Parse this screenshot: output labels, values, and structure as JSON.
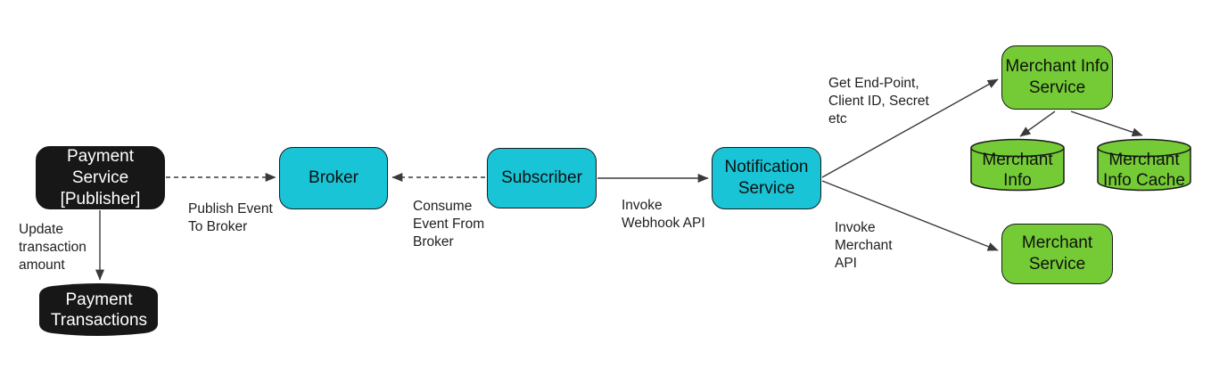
{
  "diagram": {
    "colors": {
      "node_cyan": "#18c4d6",
      "node_green": "#74cb35",
      "node_black": "#171717",
      "outline": "#1a1a1a",
      "arrow": "#3a3a3a",
      "background": "#ffffff"
    },
    "nodes": {
      "payment_service": {
        "label": "Payment Service\n[Publisher]",
        "shape": "rounded-box",
        "fill": "black"
      },
      "payment_transactions": {
        "label": "Payment\nTransactions",
        "shape": "datastore",
        "fill": "black"
      },
      "broker": {
        "label": "Broker",
        "shape": "rounded-box",
        "fill": "cyan"
      },
      "subscriber": {
        "label": "Subscriber",
        "shape": "rounded-box",
        "fill": "cyan"
      },
      "notification_service": {
        "label": "Notification\nService",
        "shape": "rounded-box",
        "fill": "cyan"
      },
      "merchant_info_service": {
        "label": "Merchant Info\nService",
        "shape": "rounded-box",
        "fill": "green"
      },
      "merchant_info": {
        "label": "Merchant\nInfo",
        "shape": "database-cylinder",
        "fill": "green"
      },
      "merchant_info_cache": {
        "label": "Merchant\nInfo Cache",
        "shape": "database-cylinder",
        "fill": "green"
      },
      "merchant_service": {
        "label": "Merchant\nService",
        "shape": "rounded-box",
        "fill": "green"
      }
    },
    "edges": [
      {
        "from": "payment_service",
        "to": "broker",
        "style": "dashed",
        "label": "Publish Event\nTo Broker"
      },
      {
        "from": "subscriber",
        "to": "broker",
        "style": "dashed",
        "label": "Consume\nEvent From\nBroker"
      },
      {
        "from": "subscriber",
        "to": "notification_service",
        "style": "solid",
        "label": "Invoke\nWebhook API"
      },
      {
        "from": "notification_service",
        "to": "merchant_info_service",
        "style": "solid",
        "label": "Get End-Point,\nClient ID, Secret\netc"
      },
      {
        "from": "notification_service",
        "to": "merchant_service",
        "style": "solid",
        "label": "Invoke\nMerchant\nAPI"
      },
      {
        "from": "payment_service",
        "to": "payment_transactions",
        "style": "solid",
        "label": "Update\ntransaction\namount"
      },
      {
        "from": "merchant_info_service",
        "to": "merchant_info",
        "style": "solid",
        "label": ""
      },
      {
        "from": "merchant_info_service",
        "to": "merchant_info_cache",
        "style": "solid",
        "label": ""
      }
    ]
  }
}
